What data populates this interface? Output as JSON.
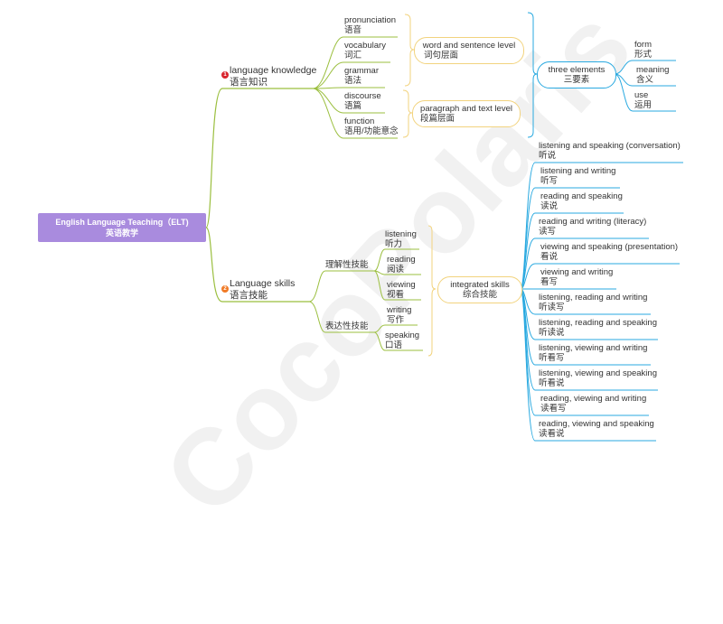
{
  "root": {
    "en": "English Language Teaching（ELT)",
    "zh": "英语教学"
  },
  "knowledge": {
    "badge": "1",
    "en": "language knowledge",
    "zh": "语言知识",
    "items": [
      {
        "en": "pronunciation",
        "zh": "语音"
      },
      {
        "en": "vocabulary",
        "zh": "词汇"
      },
      {
        "en": "grammar",
        "zh": "语法"
      },
      {
        "en": "discourse",
        "zh": "语篇"
      },
      {
        "en": "function",
        "zh": "语用/功能意念"
      }
    ],
    "word_level": {
      "en": "word and sentence level",
      "zh": "词句层面"
    },
    "paragraph_level": {
      "en": "paragraph and text level",
      "zh": "段篇层面"
    },
    "three": {
      "en": "three elements",
      "zh": "三要素"
    },
    "elements": [
      {
        "en": "form",
        "zh": "形式"
      },
      {
        "en": "meaning",
        "zh": "含义"
      },
      {
        "en": "use",
        "zh": "运用"
      }
    ]
  },
  "skills": {
    "badge": "2",
    "en": "Language skills",
    "zh": "语言技能",
    "receptive": "理解性技能",
    "productive": "表达性技能",
    "items": [
      {
        "en": "listening",
        "zh": "听力"
      },
      {
        "en": "reading",
        "zh": "阅读"
      },
      {
        "en": "viewing",
        "zh": "视看"
      },
      {
        "en": "writing",
        "zh": "写作"
      },
      {
        "en": "speaking",
        "zh": "口语"
      }
    ],
    "integrated": {
      "en": "integrated skills",
      "zh": "综合技能"
    },
    "combos": [
      {
        "en": "listening and speaking (conversation)",
        "zh": "听说"
      },
      {
        "en": "listening and writing",
        "zh": "听写"
      },
      {
        "en": "reading and speaking",
        "zh": "读说"
      },
      {
        "en": "reading and writing (literacy)",
        "zh": "读写"
      },
      {
        "en": "viewing and speaking (presentation)",
        "zh": "看说"
      },
      {
        "en": "viewing and writing",
        "zh": "看写"
      },
      {
        "en": "listening, reading and writing",
        "zh": "听读写"
      },
      {
        "en": "listening, reading and speaking",
        "zh": "听读说"
      },
      {
        "en": "listening, viewing and writing",
        "zh": "听看写"
      },
      {
        "en": "listening, viewing and speaking",
        "zh": "听看说"
      },
      {
        "en": "reading, viewing and writing",
        "zh": "读看写"
      },
      {
        "en": "reading, viewing and speaking",
        "zh": "读看说"
      }
    ]
  },
  "watermark": "CocoPolaris",
  "colors": {
    "root": "#a98bde",
    "green": "#9bbf3f",
    "yellow": "#f2d37e",
    "blue": "#29a9e0",
    "badge1": "#d9252d",
    "badge2": "#f07a26"
  }
}
